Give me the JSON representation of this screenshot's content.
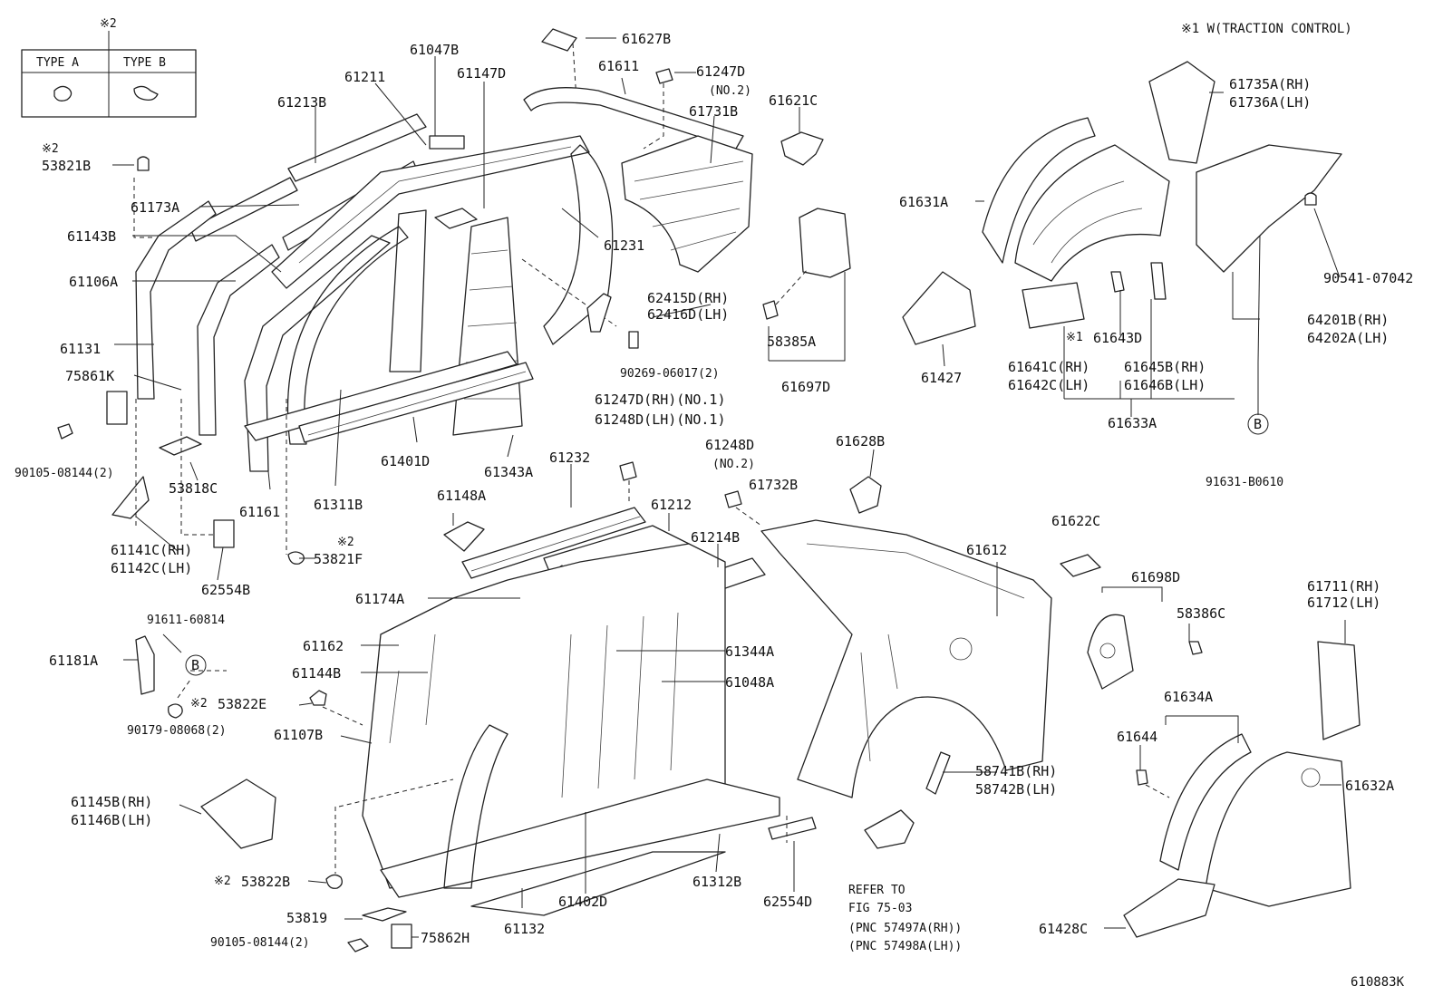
{
  "header": {
    "note": "※1 W(TRACTION CONTROL)",
    "figure_id": "610883K"
  },
  "type_legend": {
    "mark": "※2",
    "type_a": "TYPE A",
    "type_b": "TYPE B"
  },
  "marks": {
    "m1": "※1",
    "m2": "※2"
  },
  "callout_symbol": "B",
  "labels": {
    "p61627B": "61627B",
    "p61047B": "61047B",
    "p61147D": "61147D",
    "p61211": "61211",
    "p61611": "61611",
    "p61247D_no2": "61247D",
    "no2_a": "(NO.2)",
    "p61213B": "61213B",
    "p61731B": "61731B",
    "p61621C": "61621C",
    "p53821B": "53821B",
    "p61173A": "61173A",
    "p61143B": "61143B",
    "p61106A": "61106A",
    "p61231": "61231",
    "p62415D": "62415D(RH)",
    "p62416D": "62416D(LH)",
    "p58385A": "58385A",
    "p61697D": "61697D",
    "p61131": "61131",
    "p75861K": "75861K",
    "p90269": "90269-06017(2)",
    "p90105a": "90105-08144(2)",
    "p61401D": "61401D",
    "p61343A": "61343A",
    "p53818C": "53818C",
    "p61311B": "61311B",
    "p61161": "61161",
    "p61141C": "61141C(RH)",
    "p61142C": "61142C(LH)",
    "p62554B": "62554B",
    "p53821F": "53821F",
    "p91611": "91611-60814",
    "p61181A": "61181A",
    "p90179": "90179-08068(2)",
    "p61145B": "61145B(RH)",
    "p61146B": "61146B(LH)",
    "p53822B": "53822B",
    "p53819": "53819",
    "p90105b": "90105-08144(2)",
    "p75862H": "75862H",
    "p61132": "61132",
    "p61402D": "61402D",
    "p61312B": "61312B",
    "p62554D": "62554D",
    "p61247D_no1": "61247D(RH)(NO.1)",
    "p61248D_no1": "61248D(LH)(NO.1)",
    "p61232": "61232",
    "p61148A": "61148A",
    "p61212": "61212",
    "p61248D_no2": "61248D",
    "no2_b": "(NO.2)",
    "p61732B": "61732B",
    "p61214B": "61214B",
    "p61174A": "61174A",
    "p61162": "61162",
    "p61144B": "61144B",
    "p53822E": "53822E",
    "p61107B": "61107B",
    "p61344A": "61344A",
    "p61048A": "61048A",
    "p61612": "61612",
    "p61628B": "61628B",
    "p58741B": "58741B(RH)",
    "p58742B": "58742B(LH)",
    "refer1": "REFER TO",
    "refer2": "FIG 75-03",
    "refer3": "(PNC 57497A(RH))",
    "refer4": "(PNC 57498A(LH))",
    "p61735A": "61735A(RH)",
    "p61736A": "61736A(LH)",
    "p61631A": "61631A",
    "p90541": "90541-07042",
    "p61427": "61427",
    "p61643D": "61643D",
    "p64201B": "64201B(RH)",
    "p64202A": "64202A(LH)",
    "p61641C": "61641C(RH)",
    "p61642C": "61642C(LH)",
    "p61645B": "61645B(RH)",
    "p61646B": "61646B(LH)",
    "p61633A": "61633A",
    "p91631": "91631-B0610",
    "p61622C": "61622C",
    "p61698D": "61698D",
    "p58386C": "58386C",
    "p61711": "61711(RH)",
    "p61712": "61712(LH)",
    "p61634A": "61634A",
    "p61644": "61644",
    "p61632A": "61632A",
    "p61428C": "61428C"
  }
}
